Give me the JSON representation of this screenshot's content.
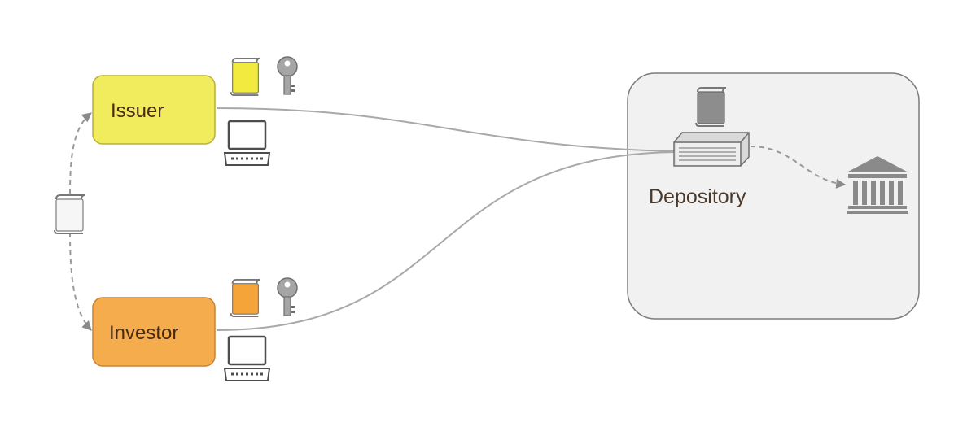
{
  "nodes": {
    "issuer": {
      "label": "Issuer",
      "color": "#f0ec5e",
      "border": "#b9b03a"
    },
    "investor": {
      "label": "Investor",
      "color": "#f5ac4d",
      "border": "#c7843a"
    },
    "depository": {
      "label": "Depository",
      "color": "#f1f1f1",
      "border": "#7c7c7c"
    }
  },
  "icons": {
    "issuer_document": "scroll-icon",
    "investor_document": "scroll-icon",
    "shared_document": "scroll-icon",
    "depository_document": "scroll-icon",
    "key": "key-icon",
    "laptop": "laptop-icon",
    "server": "server-icon",
    "bank": "bank-icon"
  },
  "colors": {
    "connector": "#a9a9a9",
    "icon_gray": "#8f8f8f",
    "depository_doc": "#8d8d8d"
  }
}
